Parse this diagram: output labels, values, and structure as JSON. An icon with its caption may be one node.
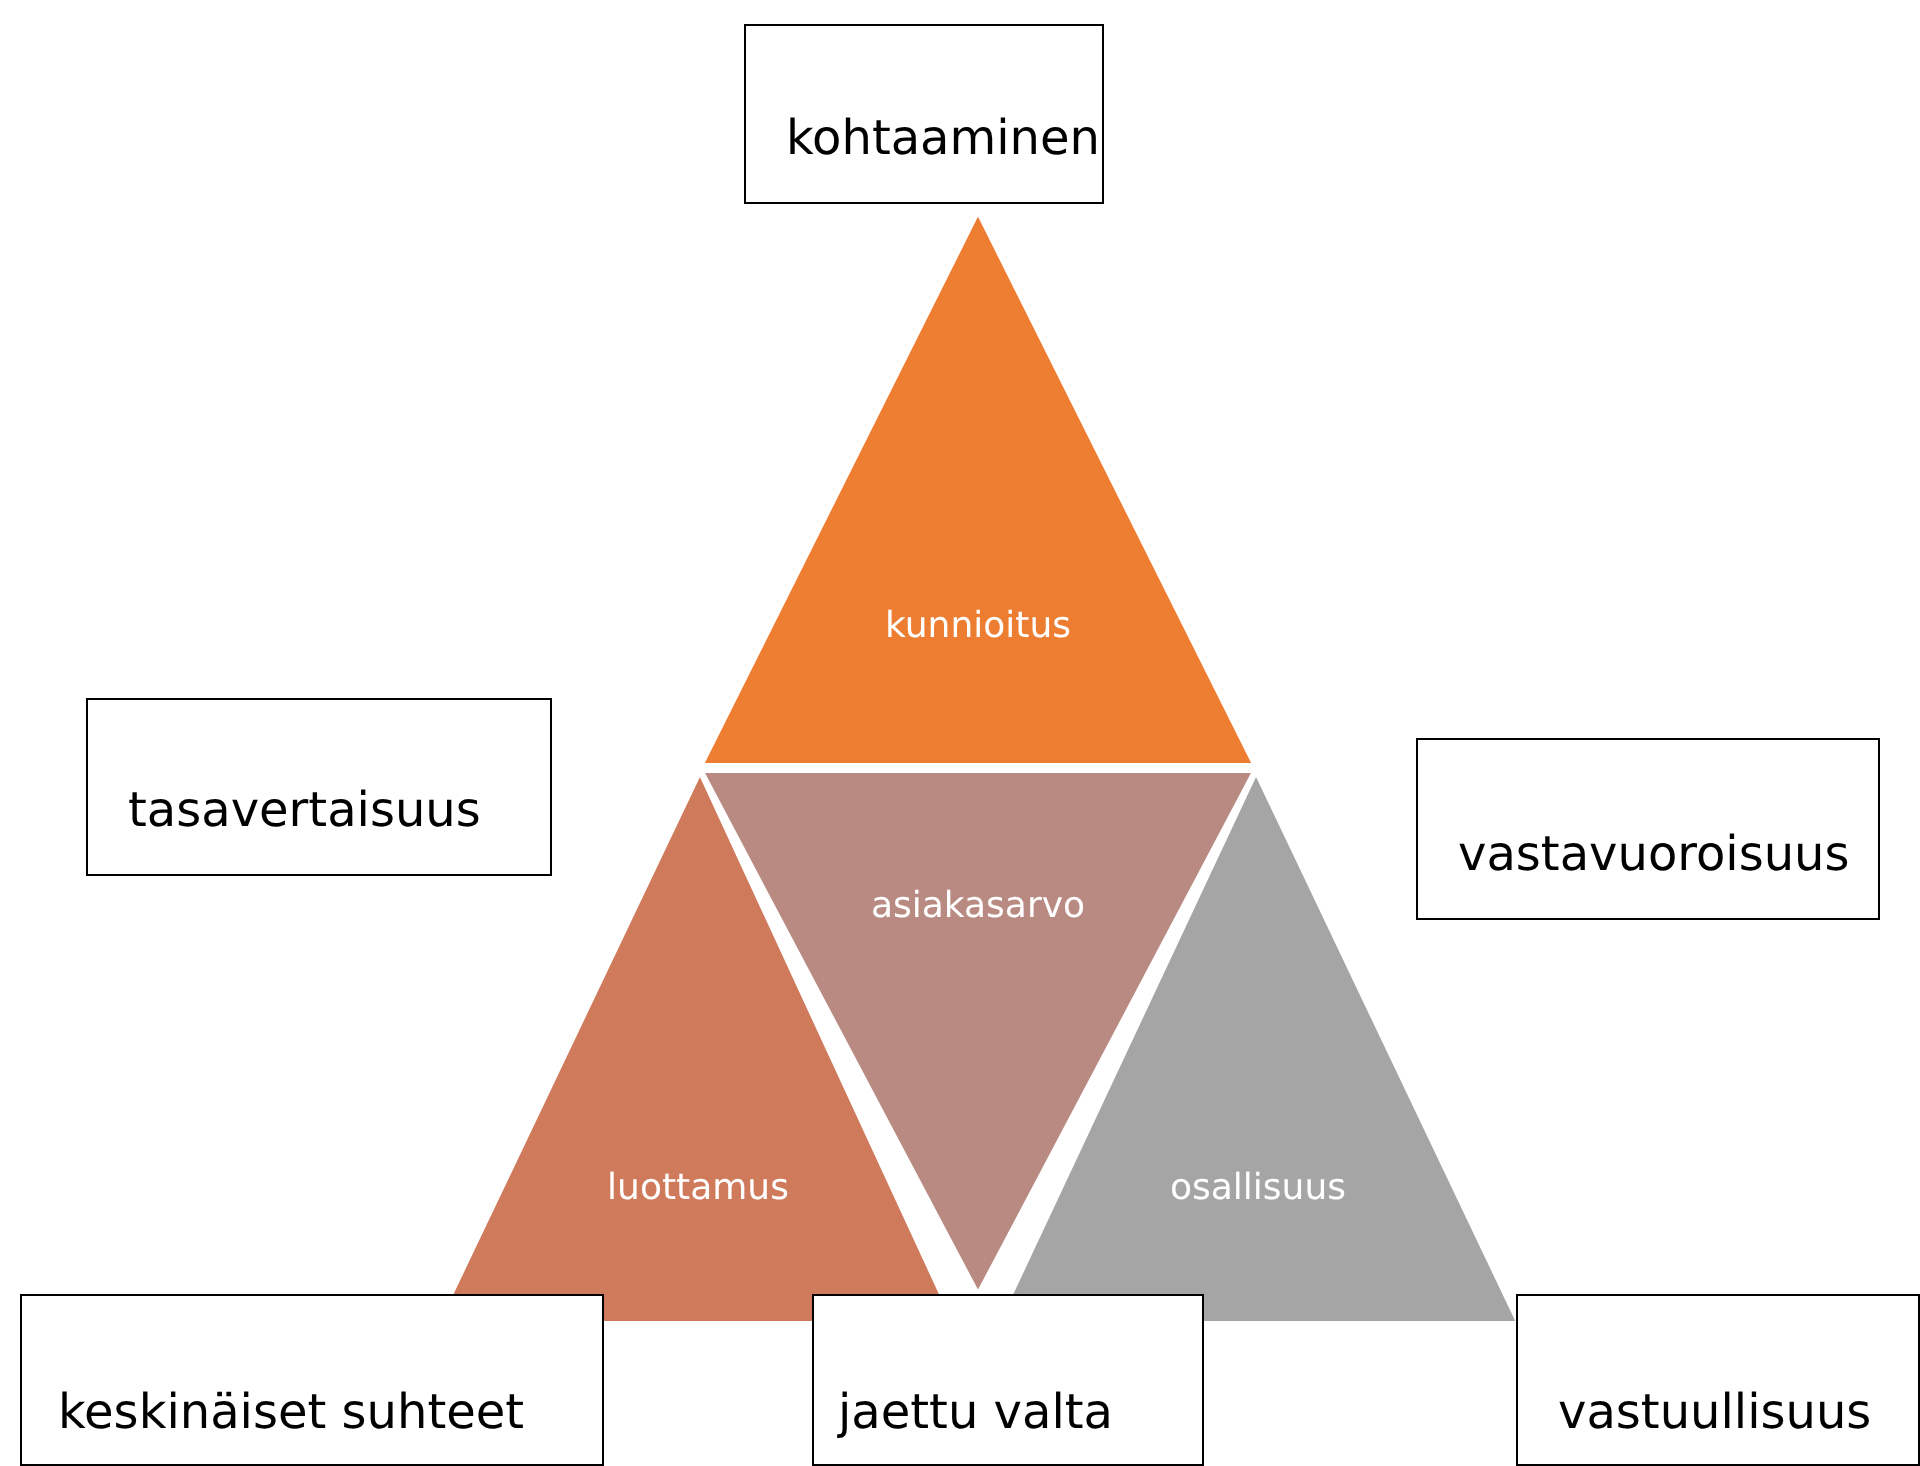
{
  "diagram": {
    "nodes": [
      {
        "text": [
          "kohtaaminen"
        ]
      },
      {
        "text": [
          "kunnioitus"
        ]
      },
      {
        "text": [
          "tasavertaisuus"
        ]
      },
      {
        "text": [
          "asiakasarvo"
        ]
      },
      {
        "text": [
          "vastavuoroisuus"
        ]
      },
      {
        "text": [
          "luottamus"
        ]
      },
      {
        "text": [
          "osallisuus"
        ]
      },
      {
        "text": [
          "keskinäiset suhteet"
        ]
      },
      {
        "text": [
          "jaettu valta"
        ]
      },
      {
        "text": [
          "vastuullisuus"
        ]
      }
    ]
  }
}
